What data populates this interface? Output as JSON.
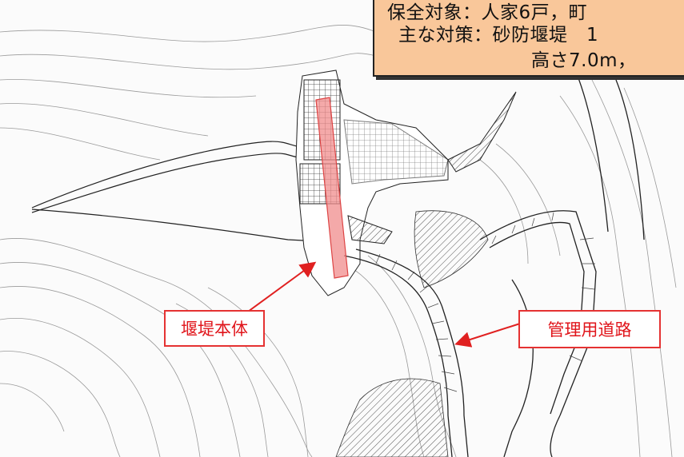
{
  "info_box": {
    "line1": "保全対象：人家6戸，町",
    "line2": "主な対策：砂防堰堤　1",
    "line3": "高さ7.0m，"
  },
  "labels": {
    "dam_body": "堰堤本体",
    "access_road": "管理用道路"
  },
  "colors": {
    "callout_border": "#e53232",
    "callout_text": "#e0141a",
    "dam_fill": "#f08c8c",
    "info_bg": "#f9c79a",
    "arrow": "#e02020"
  }
}
